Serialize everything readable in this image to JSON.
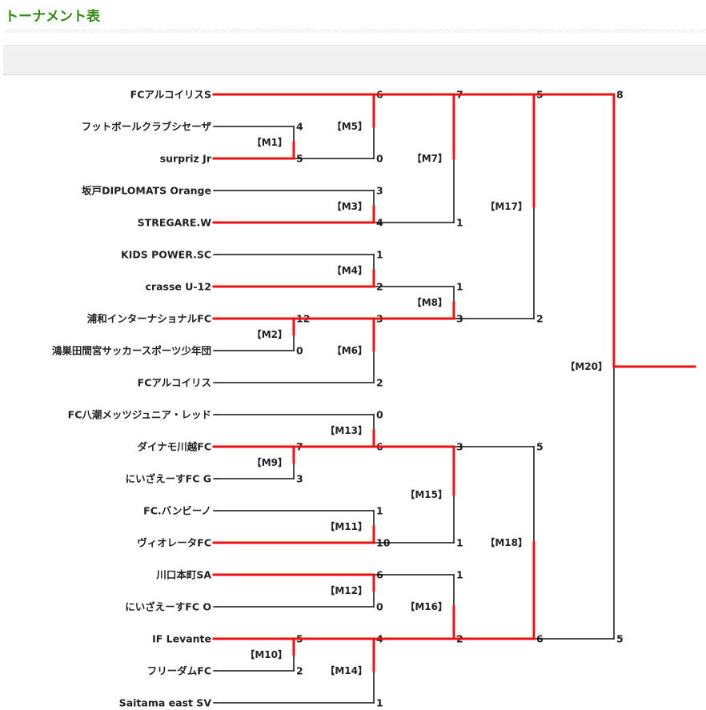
{
  "page": {
    "title": "トーナメント表"
  },
  "colors": {
    "winner_line": "#ee1111",
    "loser_line": "#111111",
    "title": "#2e8b0e"
  },
  "teams": [
    "FCアルコイリスS",
    "フットボールクラブシセーザ",
    "surpriz Jr",
    "坂戸DIPLOMATS Orange",
    "STREGARE.W",
    "KIDS POWER.SC",
    "crasse U-12",
    "浦和インターナショナルFC",
    "鴻巣田間宮サッカースポーツ少年団",
    "FCアルコイリス",
    "FC八潮メッツジュニア・レッド",
    "ダイナモ川越FC",
    "にいざえーすFC G",
    "FC.バンビーノ",
    "ヴィオレータFC",
    "川口本町SA",
    "にいざえーすFC O",
    "IF Levante",
    "フリーダムFC",
    "Saitama east SV"
  ],
  "matches": [
    {
      "label": "【M1】",
      "top_score": "4",
      "bottom_score": "5",
      "winner": "bottom"
    },
    {
      "label": "【M2】",
      "top_score": "12",
      "bottom_score": "0",
      "winner": "top"
    },
    {
      "label": "【M3】",
      "top_score": "3",
      "bottom_score": "4",
      "winner": "bottom"
    },
    {
      "label": "【M4】",
      "top_score": "1",
      "bottom_score": "2",
      "winner": "bottom"
    },
    {
      "label": "【M5】",
      "top_score": "6",
      "bottom_score": "0",
      "winner": "top"
    },
    {
      "label": "【M6】",
      "top_score": "3",
      "bottom_score": "2",
      "winner": "top"
    },
    {
      "label": "【M7】",
      "top_score": "7",
      "bottom_score": "1",
      "winner": "top"
    },
    {
      "label": "【M8】",
      "top_score": "1",
      "bottom_score": "3",
      "winner": "bottom"
    },
    {
      "label": "【M9】",
      "top_score": "7",
      "bottom_score": "3",
      "winner": "top"
    },
    {
      "label": "【M10】",
      "top_score": "5",
      "bottom_score": "2",
      "winner": "top"
    },
    {
      "label": "【M11】",
      "top_score": "1",
      "bottom_score": "10",
      "winner": "bottom"
    },
    {
      "label": "【M12】",
      "top_score": "6",
      "bottom_score": "0",
      "winner": "top"
    },
    {
      "label": "【M13】",
      "top_score": "0",
      "bottom_score": "6",
      "winner": "bottom"
    },
    {
      "label": "【M14】",
      "top_score": "4",
      "bottom_score": "1",
      "winner": "top"
    },
    {
      "label": "【M15】",
      "top_score": "3",
      "bottom_score": "1",
      "winner": "top"
    },
    {
      "label": "【M16】",
      "top_score": "1",
      "bottom_score": "2",
      "winner": "bottom"
    },
    {
      "label": "【M17】",
      "top_score": "5",
      "bottom_score": "2",
      "winner": "top"
    },
    {
      "label": "【M18】",
      "top_score": "5",
      "bottom_score": "6",
      "winner": "bottom"
    },
    {
      "label": "【M20】",
      "top_score": "8",
      "bottom_score": "5",
      "winner": "top"
    }
  ]
}
